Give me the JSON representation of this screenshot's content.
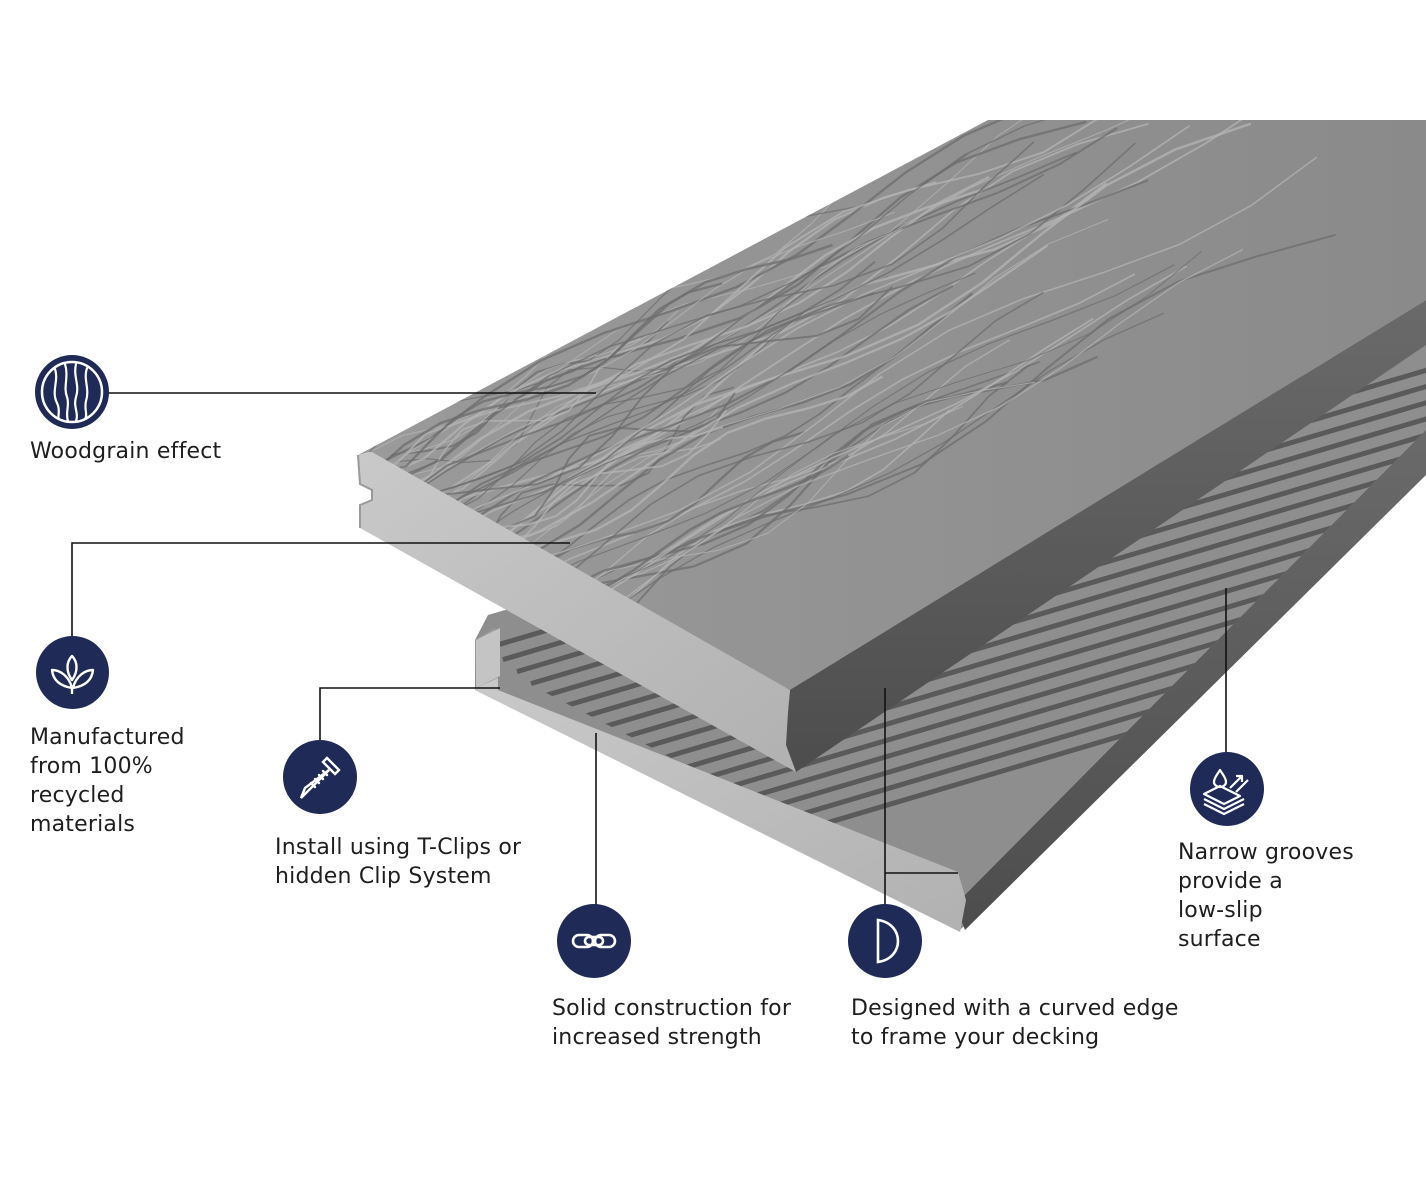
{
  "colors": {
    "icon_navy": "#1f2a56",
    "board_grey": "#8f8f8f",
    "board_dark": "#5b5b5b",
    "end_face": "#bcbcbc",
    "leader_line": "#111111"
  },
  "features": [
    {
      "id": "woodgrain",
      "icon": "woodgrain-icon",
      "text": "Woodgrain effect"
    },
    {
      "id": "recycled",
      "icon": "leaf-icon",
      "text": "Manufactured\nfrom 100%\nrecycled\nmaterials"
    },
    {
      "id": "install",
      "icon": "screw-icon",
      "text": "Install using T-Clips or\nhidden Clip System"
    },
    {
      "id": "solid",
      "icon": "chain-link-icon",
      "text": "Solid construction for\nincreased strength"
    },
    {
      "id": "curved",
      "icon": "curved-edge-icon",
      "text": "Designed with a curved edge\nto frame your decking"
    },
    {
      "id": "grooves",
      "icon": "water-drop-layers-icon",
      "text": "Narrow grooves\nprovide a\nlow-slip\nsurface"
    }
  ]
}
